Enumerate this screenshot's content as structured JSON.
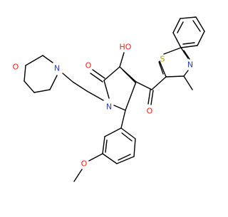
{
  "structure": {
    "atoms": {
      "o_morph": {
        "label": "O",
        "color": "#e8241c"
      },
      "n_morph": {
        "label": "N",
        "color": "#2a3fd0"
      },
      "n_pyrr": {
        "label": "N",
        "color": "#2a3fd0"
      },
      "o_lactam": {
        "label": "O",
        "color": "#e8241c"
      },
      "oh": {
        "label": "HO",
        "color": "#e8241c"
      },
      "o_ketone": {
        "label": "O",
        "color": "#e8241c"
      },
      "s": {
        "label": "S",
        "color": "#b8a000"
      },
      "n_thiazole": {
        "label": "N",
        "color": "#2a3fd0"
      },
      "o_methoxy": {
        "label": "O",
        "color": "#e8241c"
      }
    }
  }
}
